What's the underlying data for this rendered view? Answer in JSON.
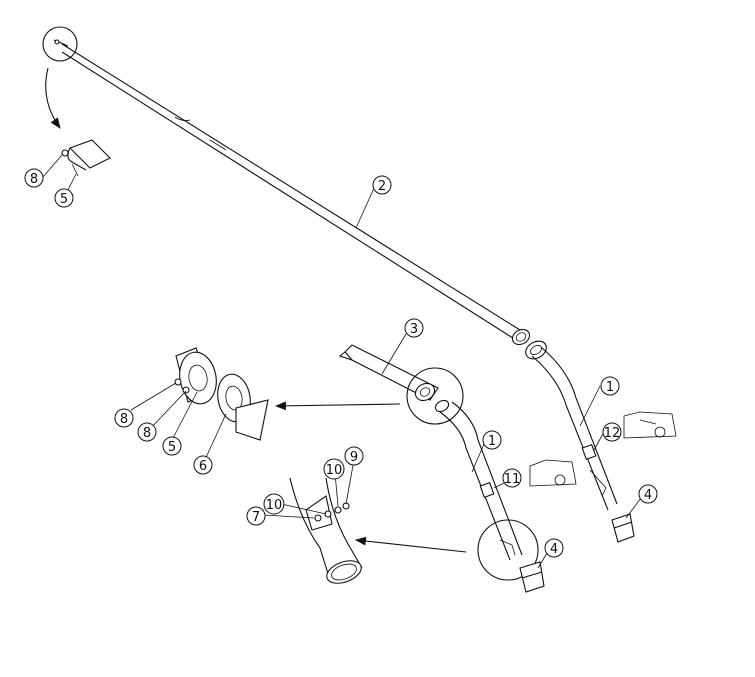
{
  "callouts": {
    "c1a": "1",
    "c1b": "1",
    "c2": "2",
    "c3": "3",
    "c4a": "4",
    "c4b": "4",
    "c5a": "5",
    "c5b": "5",
    "c6": "6",
    "c7": "7",
    "c8a": "8",
    "c8b": "8",
    "c8c": "8",
    "c9": "9",
    "c10a": "10",
    "c10b": "10",
    "c11": "11",
    "c12": "12"
  }
}
